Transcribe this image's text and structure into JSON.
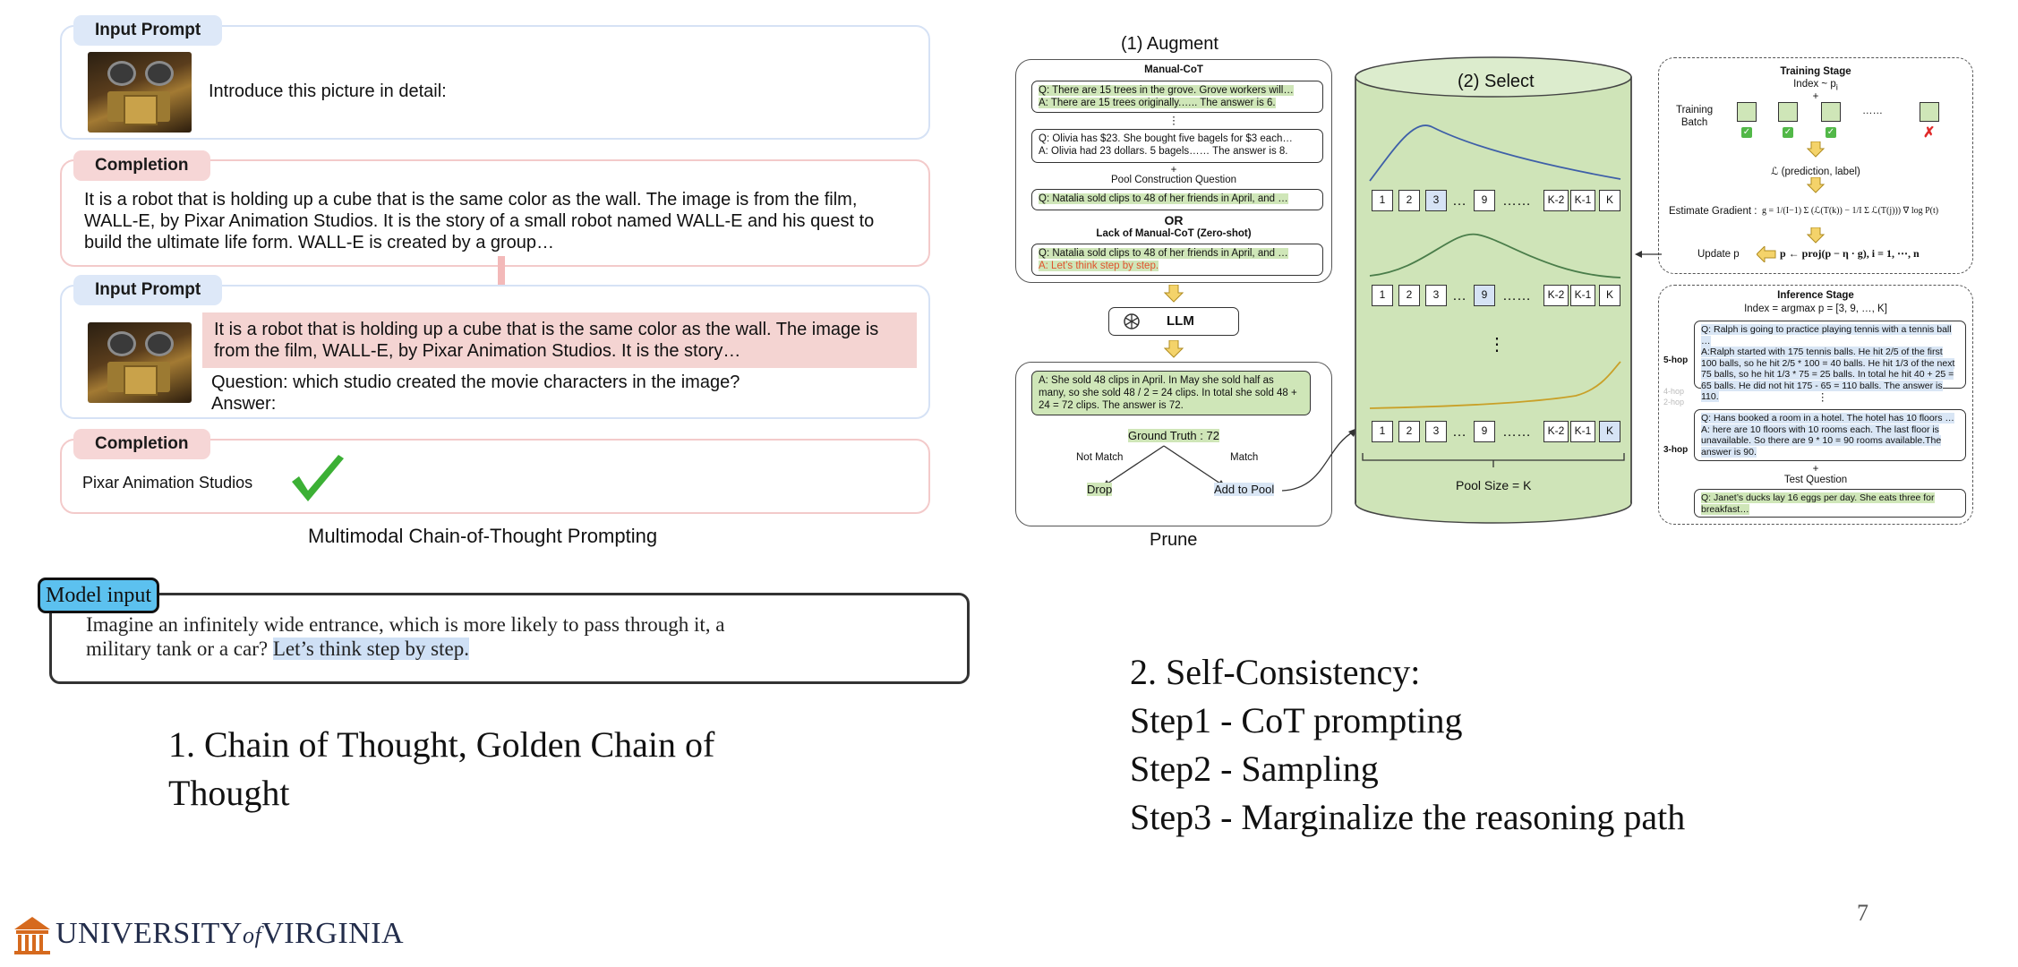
{
  "slide": {
    "page_number": "7"
  },
  "multimodal": {
    "input_prompt_label": "Input Prompt",
    "completion_label": "Completion",
    "intro_prompt": "Introduce this picture in detail:",
    "completion_1_line1": "It is a robot that is holding up a cube that is the same color as the wall. The image is from the film,",
    "completion_1_line2": "WALL-E, by Pixar Animation Studios. It is the story of a small robot named WALL-E and his quest to",
    "completion_1_line3": "build the ultimate life form. WALL-E is created by a group…",
    "prompt_2_line1": "It is a robot that is holding up a cube that is the same color as the wall. The image is",
    "prompt_2_line2": "from the film, WALL-E, by Pixar Animation Studios. It is the story…",
    "question": "Question: which studio created the movie characters in the image?",
    "answer_label": "Answer:",
    "final_answer": "Pixar Animation Studios",
    "caption": "Multimodal Chain-of-Thought Prompting"
  },
  "model_input": {
    "label": "Model input",
    "text_line1": "Imagine an infinitely wide entrance, which is more likely to pass through it, a",
    "text_line2_plain": "military tank or a car?",
    "text_line2_highlight": "Let’s think step by step."
  },
  "captions": {
    "left_line1": "1. Chain of Thought, Golden Chain of",
    "left_line2": "Thought",
    "right_line1": "2. Self-Consistency:",
    "right_line2": "Step1 - CoT prompting",
    "right_line3": "Step2 - Sampling",
    "right_line4": "Step3 - Marginalize the reasoning path"
  },
  "logo": {
    "text_part1": "UNIVERSITY",
    "text_of": "of",
    "text_part2": "VIRGINIA"
  },
  "augment": {
    "title": "(1) Augment",
    "manual_cot": "Manual-CoT",
    "q1": "Q: There are 15 trees in the grove. Grove workers will…",
    "a1": "A: There are 15 trees originally.….. The answer is 6.",
    "dots": "⋮",
    "q2": "Q: Olivia has $23. She bought five bagels for $3 each…",
    "a2": "A: Olivia had 23 dollars. 5 bagels…… The answer is 8.",
    "plus": "+",
    "pool_question": "Pool Construction Question",
    "q3": "Q: Natalia sold clips to 48 of her friends in April, and …",
    "or": "OR",
    "lack": "Lack of Manual-CoT (Zero-shot)",
    "q4": "Q: Natalia sold clips to 48 of her friends in April, and …",
    "a4": "A: Let’s think step by step.",
    "llm": "LLM",
    "gen_answer": "A: She sold 48 clips in April. In May she sold half as many, so she sold 48 / 2 = 24 clips. In total she sold 48 + 24 = 72 clips. The answer is 72.",
    "ground_truth": "Ground Truth : 72",
    "not_match": "Not Match",
    "match": "Match",
    "drop": "Drop",
    "add_to_pool": "Add to Pool",
    "prune": "Prune"
  },
  "select": {
    "title": "(2) Select",
    "row_cells": [
      "1",
      "2",
      "3",
      "…",
      "9",
      "……",
      "K-2",
      "K-1",
      "K"
    ],
    "vdots": "⋮",
    "pool_size": "Pool Size = K"
  },
  "training": {
    "title": "Training Stage",
    "index": "Index ~ p",
    "index_sub": "i",
    "plus": "+",
    "batch": "Training",
    "batch2": "Batch",
    "dots": "……",
    "check": "✓",
    "cross": "✗",
    "loss": "ℒ (prediction, label)",
    "gradient_label": "Estimate Gradient :",
    "gradient_formula": "g = 1/(I−1) Σ (ℒ(T(k)) − 1/I Σ ℒ(T(j))) ∇ log P(t)",
    "update_label": "Update p",
    "update_formula": "p ← proj(p − η · g), i = 1, ⋯, n"
  },
  "inference": {
    "title": "Inference Stage",
    "index": "Index = argmax p = [3, 9, …, K]",
    "five_hop": "5-hop",
    "four_hop": "4-hop",
    "two_hop": "2-hop",
    "three_hop": "3-hop",
    "q5": "Q: Ralph is going to practice playing tennis with a tennis ball …",
    "a5": "A:Ralph started with 175 tennis balls. He hit 2/5 of the first 100 balls, so he hit 2/5 * 100 = 40 balls. He hit 1/3 of the next 75 balls, so he hit 1/3 * 75 = 25 balls. In total he hit 40 + 25 = 65 balls. He did not hit 175 - 65 = 110 balls. The answer is 110.",
    "dots": "⋮",
    "q3": "Q: Hans booked a room in a hotel. The hotel has 10 floors …",
    "a3": "A: here are 10 floors with 10 rooms each. The last floor is unavailable. So there are 9 * 10 = 90 rooms available.The answer is 90.",
    "plus": "+",
    "test_question": "Test Question",
    "tq": "Q: Janet’s ducks lay 16 eggs per day. She eats three for breakfast…"
  }
}
